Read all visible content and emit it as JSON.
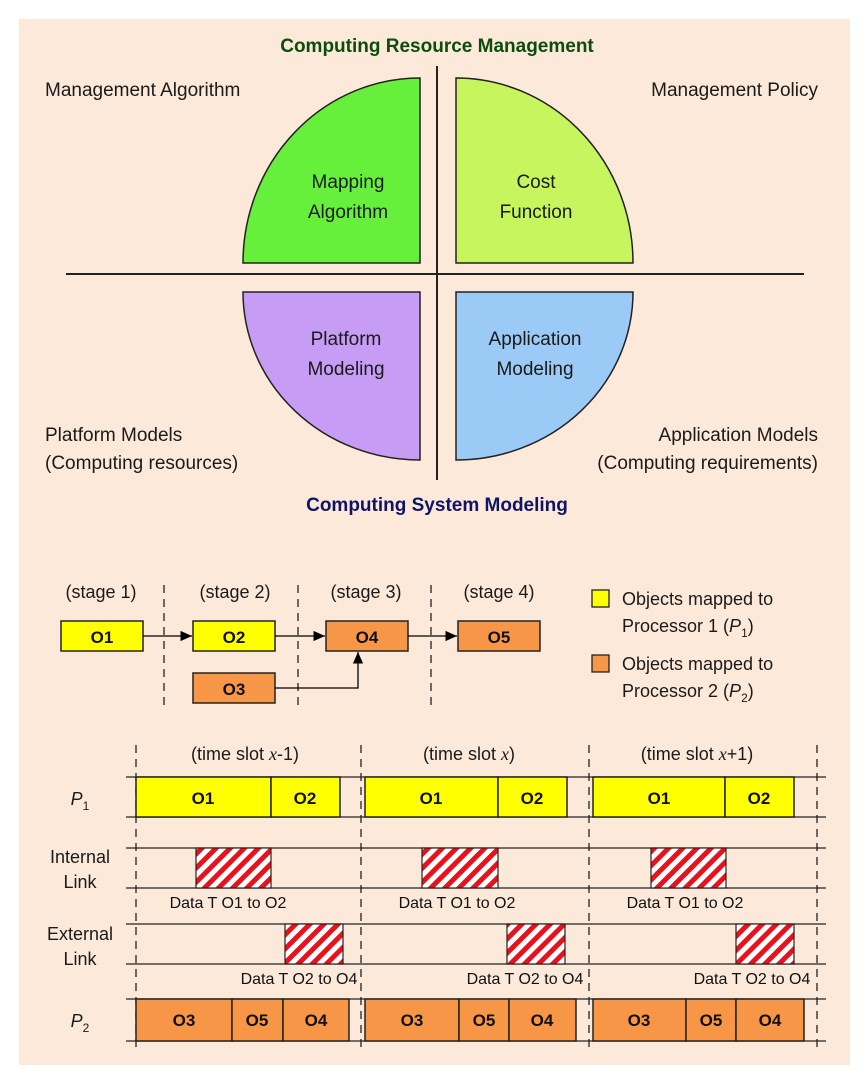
{
  "top": {
    "title": "Computing Resource Management",
    "bottom_title": "Computing System Modeling",
    "corner_labels": {
      "top_left": "Management Algorithm",
      "top_right": "Management Policy",
      "bottom_left": [
        "Platform Models",
        "(Computing resources)"
      ],
      "bottom_right": [
        "Application Models",
        "(Computing requirements)"
      ]
    },
    "quadrants": [
      {
        "id": "mapping-algorithm",
        "lines": [
          "Mapping",
          "Algorithm"
        ],
        "color": "#66f03c"
      },
      {
        "id": "cost-function",
        "lines": [
          "Cost",
          "Function"
        ],
        "color": "#c6f55e"
      },
      {
        "id": "platform-modeling",
        "lines": [
          "Platform",
          "Modeling"
        ],
        "color": "#c79cf5"
      },
      {
        "id": "application-modeling",
        "lines": [
          "Application",
          "Modeling"
        ],
        "color": "#9ccaf6"
      }
    ]
  },
  "flow": {
    "stages": [
      "(stage 1)",
      "(stage 2)",
      "(stage 3)",
      "(stage 4)"
    ],
    "nodes": {
      "O1": "O1",
      "O2": "O2",
      "O3": "O3",
      "O4": "O4",
      "O5": "O5"
    },
    "legend": [
      {
        "lines": [
          "Objects mapped to",
          "Processor 1 (P1)"
        ],
        "color": "#ffff00"
      },
      {
        "lines": [
          "Objects mapped to",
          "Processor 2 (P2)"
        ],
        "color": "#f79646"
      }
    ]
  },
  "timeline": {
    "slots": [
      "(time slot x-1)",
      "(time slot x)",
      "(time slot x+1)"
    ],
    "rows": {
      "p1": "P1",
      "internal": [
        "Internal",
        "Link"
      ],
      "external": [
        "External",
        "Link"
      ],
      "p2": "P2"
    },
    "p1_blocks": [
      "O1",
      "O2"
    ],
    "p2_blocks": [
      "O3",
      "O5",
      "O4"
    ],
    "internal_label": "Data T O1 to O2",
    "external_label": "Data T O2 to O4"
  },
  "colors": {
    "background": "#fde9d9",
    "p1": "#ffff00",
    "p2": "#f79646",
    "title_top": "#0b4d0b",
    "title_bottom": "#0f1466",
    "hatch": "#e8121c"
  }
}
